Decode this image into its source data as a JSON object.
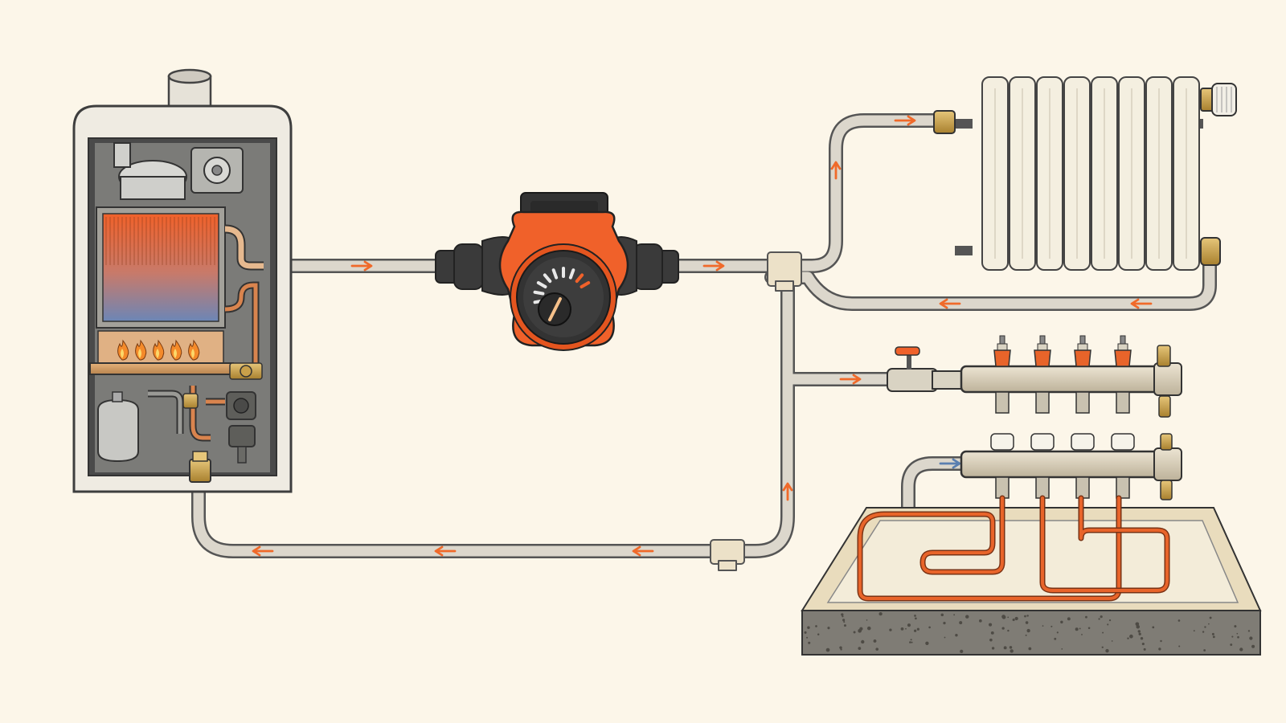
{
  "colors": {
    "background": "#fcf6e9",
    "pipe_fill": "#dcd7cc",
    "pipe_outline": "#4a4a4a",
    "flow_arrow_hot": "#f06a2a",
    "flow_arrow_cool": "#5a7fb0",
    "copper": "#d9844e",
    "pump_orange": "#f0612a",
    "pump_dark": "#3a3a3a",
    "brass": "#c9a04a",
    "radiator_fill": "#f4efe0",
    "floor_slab": "#eee4cc",
    "floor_loop": "#e8642a"
  },
  "components": {
    "boiler": {
      "icon": "boiler-icon",
      "burner_flames": 5
    },
    "pump": {
      "icon": "circulator-pump-icon"
    },
    "radiator": {
      "icon": "radiator-icon",
      "sections": 8
    },
    "manifold": {
      "icon": "manifold-icon",
      "supply_valves": 4,
      "return_valves": 4
    },
    "floor": {
      "icon": "underfloor-heating-icon",
      "loops": 2
    }
  },
  "flow": {
    "supply_direction": "boiler-to-pump-to-emitters",
    "return_direction": "emitters-to-boiler"
  }
}
